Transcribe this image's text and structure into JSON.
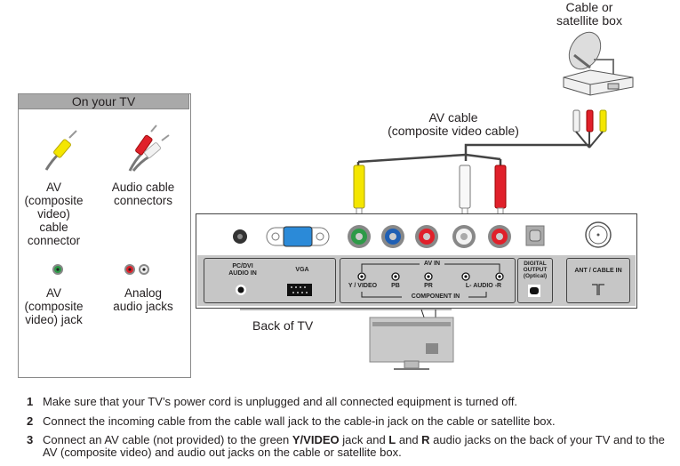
{
  "legend": {
    "title": "On your TV",
    "items": [
      {
        "label": "AV (composite video) cable connector",
        "lines": [
          "AV",
          "(composite",
          "video)",
          "cable",
          "connector"
        ],
        "icon": "yellow-rca-plug-icon"
      },
      {
        "label": "Audio cable connectors",
        "lines": [
          "Audio cable",
          "connectors"
        ],
        "icon": "red-white-rca-plugs-icon"
      },
      {
        "label": "AV (composite video) jack",
        "lines": [
          "AV",
          "(composite",
          "video) jack"
        ],
        "icon": "green-jack-icon"
      },
      {
        "label": "Analog audio jacks",
        "lines": [
          "Analog",
          "audio jacks"
        ],
        "icon": "red-white-jacks-icon"
      }
    ]
  },
  "callouts": {
    "source_device": [
      "Cable or",
      "satellite box"
    ],
    "cable": [
      "AV cable",
      "(composite video cable)"
    ],
    "tv_back": "Back of TV"
  },
  "tv_panel": {
    "pc_dvi_audio": [
      "PC/DVI",
      "AUDIO IN"
    ],
    "vga": "VGA",
    "av_in": "AV IN",
    "component_in": "COMPONENT IN",
    "y_video": "Y / VIDEO",
    "pb": "PB",
    "pr": "PR",
    "audio": "L-  AUDIO  -R",
    "digital_output": [
      "DIGITAL",
      "OUTPUT",
      "(Optical)"
    ],
    "ant_cable_in": "ANT / CABLE IN",
    "jack_colors": {
      "green": "#2e9a48",
      "blue": "#1f5fb4",
      "red": "#e0202a",
      "white": "#dcdcdc",
      "yellow": "#f4e600"
    }
  },
  "steps": [
    {
      "num": "1",
      "parts": [
        {
          "t": "Make sure that your TV’s power cord is unplugged and all connected equipment is turned off."
        }
      ]
    },
    {
      "num": "2",
      "parts": [
        {
          "t": "Connect the incoming cable from the cable wall jack to the cable-in jack on the cable or satellite box."
        }
      ]
    },
    {
      "num": "3",
      "parts": [
        {
          "t": "Connect an AV cable (not provided) to the green "
        },
        {
          "t": "Y/VIDEO",
          "b": true
        },
        {
          "t": " jack and "
        },
        {
          "t": "L",
          "b": true
        },
        {
          "t": " and "
        },
        {
          "t": "R",
          "b": true
        },
        {
          "t": " audio jacks on the back of your TV and to the AV (composite video) and audio out jacks on the cable or satellite box."
        }
      ]
    }
  ]
}
